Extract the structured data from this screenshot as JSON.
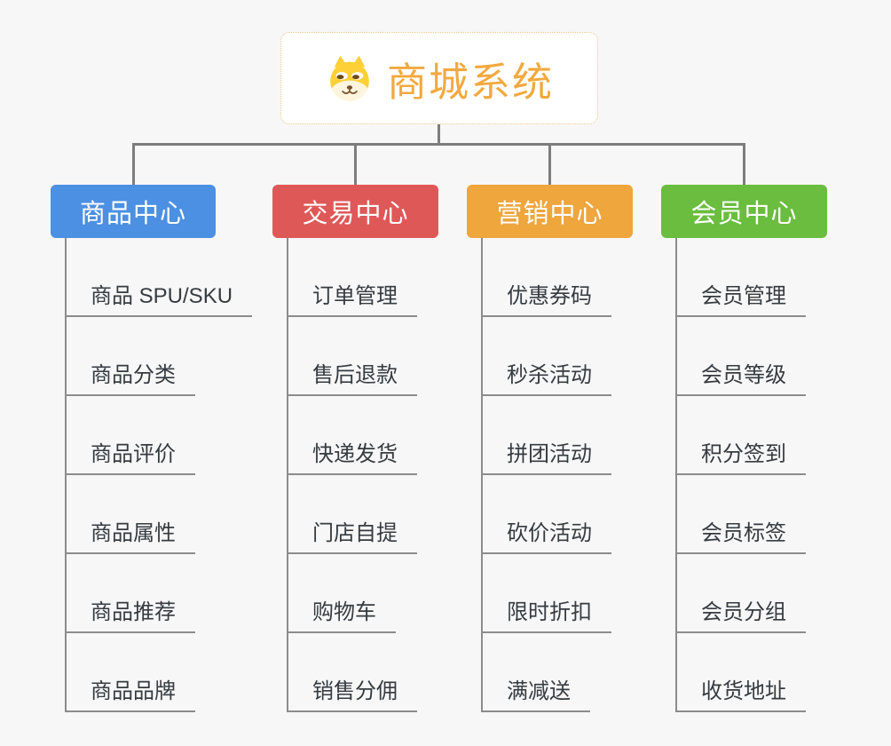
{
  "root": {
    "title": "商城系统",
    "icon": "dog-face-icon"
  },
  "branches": [
    {
      "label": "商品中心",
      "color": "#4b90e2",
      "items": [
        "商品 SPU/SKU",
        "商品分类",
        "商品评价",
        "商品属性",
        "商品推荐",
        "商品品牌"
      ]
    },
    {
      "label": "交易中心",
      "color": "#df5858",
      "items": [
        "订单管理",
        "售后退款",
        "快递发货",
        "门店自提",
        "购物车",
        "销售分佣"
      ]
    },
    {
      "label": "营销中心",
      "color": "#eea63d",
      "items": [
        "优惠券码",
        "秒杀活动",
        "拼团活动",
        "砍价活动",
        "限时折扣",
        "满减送"
      ]
    },
    {
      "label": "会员中心",
      "color": "#6abd3e",
      "items": [
        "会员管理",
        "会员等级",
        "积分签到",
        "会员标签",
        "会员分组",
        "收货地址"
      ]
    }
  ],
  "colors": {
    "background": "#f7f7f7",
    "connector": "#7d7d7d",
    "underline": "#8c8c8c",
    "item_text": "#363b40",
    "root_title": "#f2a93e",
    "root_border": "#f0c583"
  }
}
